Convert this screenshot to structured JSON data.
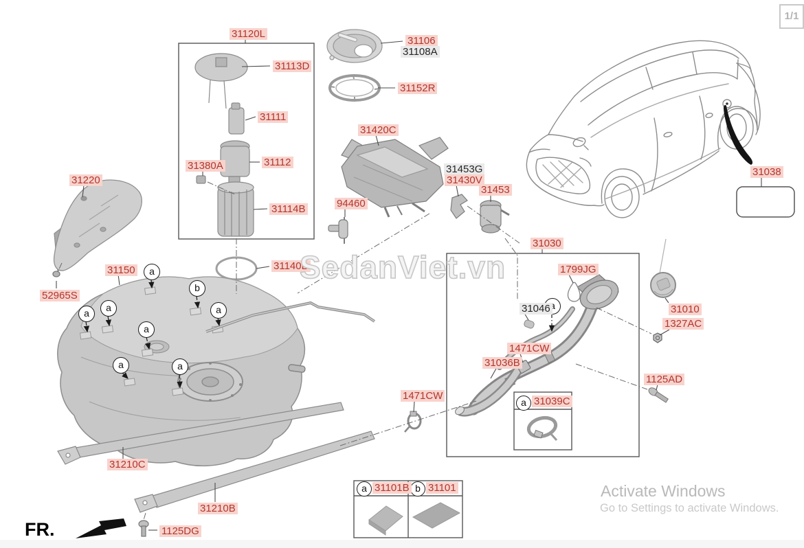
{
  "page": {
    "indicator": "1/1"
  },
  "watermark": "SedanViet.vn",
  "footer": {
    "direction_label": "FR."
  },
  "activation": {
    "line1": "Activate Windows",
    "line2": "Go to Settings to activate Windows."
  },
  "colors": {
    "highlight_red_text": "#b2372e",
    "highlight_red_bg": "#f8d3cd",
    "highlight_gray_text": "#262626",
    "highlight_gray_bg": "#eaeaea"
  },
  "labels": [
    {
      "text": "31120L"
    },
    {
      "text": "31113D"
    },
    {
      "text": "31111"
    },
    {
      "text": "31380A"
    },
    {
      "text": "31112"
    },
    {
      "text": "31114B"
    },
    {
      "text": "31106"
    },
    {
      "text": "31108A"
    },
    {
      "text": "31152R"
    },
    {
      "text": "31420C"
    },
    {
      "text": "94460"
    },
    {
      "text": "31453G"
    },
    {
      "text": "31430V"
    },
    {
      "text": "31453"
    },
    {
      "text": "31220"
    },
    {
      "text": "31150"
    },
    {
      "text": "52965S"
    },
    {
      "text": "31140B"
    },
    {
      "text": "31030"
    },
    {
      "text": "1799JG"
    },
    {
      "text": "31046"
    },
    {
      "text": "31010"
    },
    {
      "text": "1327AC"
    },
    {
      "text": "1471CW"
    },
    {
      "text": "31036B"
    },
    {
      "text": "1471CW"
    },
    {
      "text": "1125AD"
    },
    {
      "text": "31039C"
    },
    {
      "text": "31210C"
    },
    {
      "text": "31210B"
    },
    {
      "text": "1125DG"
    },
    {
      "text": "31038"
    }
  ],
  "callouts": [
    "a",
    "b",
    "a",
    "a",
    "a",
    "a",
    "a",
    "a",
    "a"
  ],
  "inline_legend": {
    "letter": "a",
    "part": "31039C"
  },
  "legend": {
    "items": [
      {
        "letter": "a",
        "part": "31101B"
      },
      {
        "letter": "b",
        "part": "31101"
      }
    ]
  }
}
